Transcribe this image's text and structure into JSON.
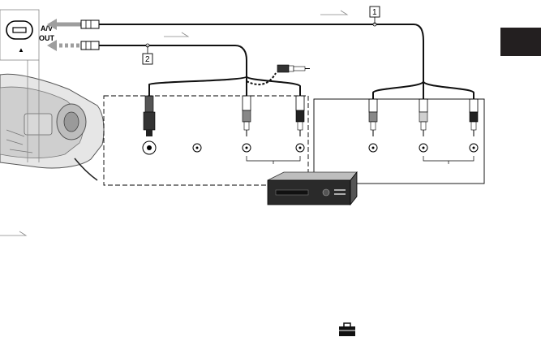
{
  "port": {
    "line1": "A/V",
    "line2": "OUT",
    "symbol": "▲"
  },
  "callouts": [
    "1",
    "2"
  ],
  "side_tab_color": "#231f20",
  "icons": {
    "camcorder": "camcorder-icon",
    "vcr": "vcr-icon",
    "toolbox": "toolbox-icon",
    "signal_flow": "signal-flow-arrow-icon",
    "jack": "jack-icon",
    "plug": "plug-icon"
  }
}
